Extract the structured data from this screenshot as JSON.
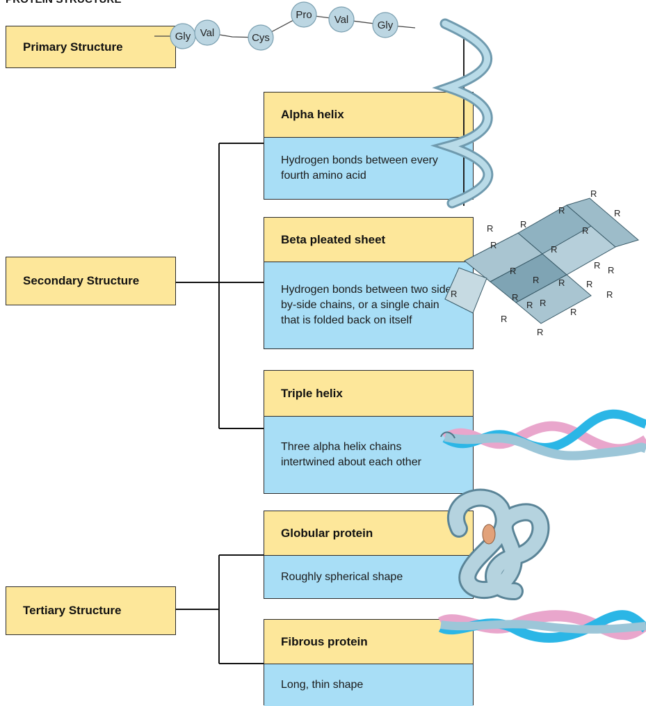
{
  "figure_title": "PROTEIN STRUCTURE",
  "primary": {
    "label": "Primary Structure",
    "amino_acids": [
      "Gly",
      "Val",
      "Cys",
      "Pro",
      "Val",
      "Gly"
    ]
  },
  "secondary": {
    "label": "Secondary Structure",
    "types": [
      {
        "name": "Alpha helix",
        "description": "Hydrogen bonds between every fourth amino acid"
      },
      {
        "name": "Beta pleated sheet",
        "description": "Hydrogen bonds between two side-by-side chains, or a single chain that is folded back on itself"
      },
      {
        "name": "Triple helix",
        "description": "Three alpha helix chains intertwined about each other"
      }
    ]
  },
  "tertiary": {
    "label": "Tertiary Structure",
    "types": [
      {
        "name": "Globular protein",
        "description": "Roughly spherical shape"
      },
      {
        "name": "Fibrous protein",
        "description": "Long, thin shape"
      }
    ]
  },
  "side_group_label": "R",
  "colors": {
    "header_yellow": "#fde79a",
    "body_blue": "#a8def6",
    "ribbon_blue": "#9cc6d8",
    "ribbon_pink": "#e9a6cc",
    "ribbon_cyan": "#2bb6e6",
    "sheet_blue": "#9fbfcc"
  }
}
